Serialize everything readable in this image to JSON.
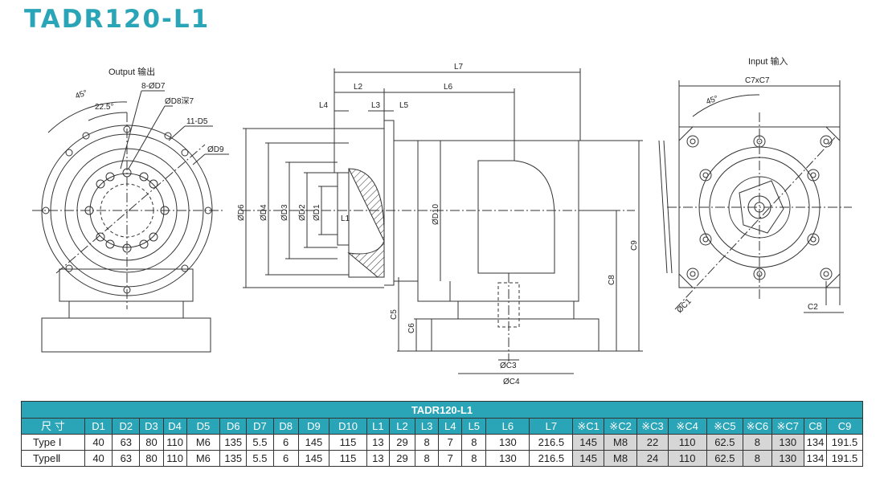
{
  "title": "TADR120-L1",
  "views": {
    "output_label": "Output 输出",
    "input_label": "Input 输入"
  },
  "dimensions": {
    "output": {
      "angle_45": "45°",
      "angle_22_5": "22.5°",
      "holes_d7": "8-ØD7",
      "hole_d8": "ØD8深7",
      "holes_d5": "11-D5",
      "dia_d9": "ØD9"
    },
    "side": {
      "L7": "L7",
      "L2": "L2",
      "L6": "L6",
      "L4": "L4",
      "L3": "L3",
      "L5": "L5",
      "L1": "L1",
      "D6": "ØD6",
      "D4": "ØD4",
      "D3": "ØD3",
      "D2": "ØD2",
      "D1": "ØD1",
      "D10": "ØD10",
      "C9": "C9",
      "C8": "C8",
      "C5": "C5",
      "C6": "C6",
      "C3": "ØC3",
      "C4": "ØC4"
    },
    "input": {
      "C7": "C7xC7",
      "angle_45": "45°",
      "C1": "ØC1",
      "C2": "C2"
    }
  },
  "table": {
    "caption": "TADR120-L1",
    "headers": [
      "尺 寸",
      "D1",
      "D2",
      "D3",
      "D4",
      "D5",
      "D6",
      "D7",
      "D8",
      "D9",
      "D10",
      "L1",
      "L2",
      "L3",
      "L4",
      "L5",
      "L6",
      "L7",
      "※C1",
      "※C2",
      "※C3",
      "※C4",
      "※C5",
      "※C6",
      "※C7",
      "C8",
      "C9"
    ],
    "rows": [
      [
        "Type Ⅰ",
        "40",
        "63",
        "80",
        "110",
        "M6",
        "135",
        "5.5",
        "6",
        "145",
        "115",
        "13",
        "29",
        "8",
        "7",
        "8",
        "130",
        "216.5",
        "145",
        "M8",
        "22",
        "110",
        "62.5",
        "8",
        "130",
        "134",
        "191.5"
      ],
      [
        "TypeⅡ",
        "40",
        "63",
        "80",
        "110",
        "M6",
        "135",
        "5.5",
        "6",
        "145",
        "115",
        "13",
        "29",
        "8",
        "7",
        "8",
        "130",
        "216.5",
        "145",
        "M8",
        "24",
        "110",
        "62.5",
        "8",
        "130",
        "134",
        "191.5"
      ]
    ]
  },
  "colors": {
    "accent": "#2aa5b8",
    "option_cell": "#d6d6d6",
    "line": "#333333"
  }
}
